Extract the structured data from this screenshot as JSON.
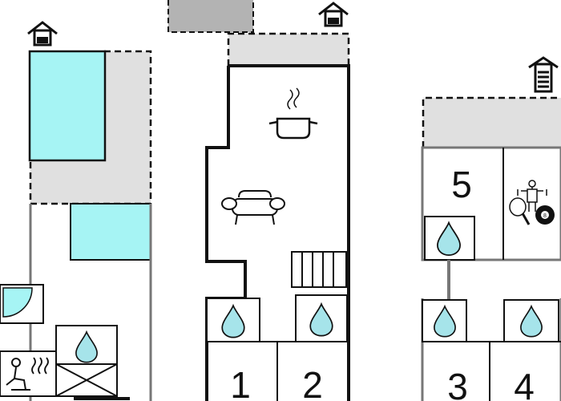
{
  "rooms": {
    "bedroom_1": "1",
    "bedroom_2": "2",
    "bedroom_3": "3",
    "bedroom_4": "4",
    "bedroom_5": "5"
  },
  "colors": {
    "wall": "#111111",
    "wall_outer": "#777777",
    "terrace": "#e0e0e0",
    "pool": "#a6f4f4",
    "roof_grey": "#b3b3b3",
    "bath_drop": "#a6e4ea"
  },
  "icons": [
    "entrance-house-icon",
    "kitchen-pot-icon",
    "sofa-icon",
    "stairs-icon",
    "bathroom-drop-icon",
    "sauna-icon",
    "shower-icon",
    "table-tennis-icon",
    "billiard-ball-icon",
    "table-football-icon"
  ]
}
